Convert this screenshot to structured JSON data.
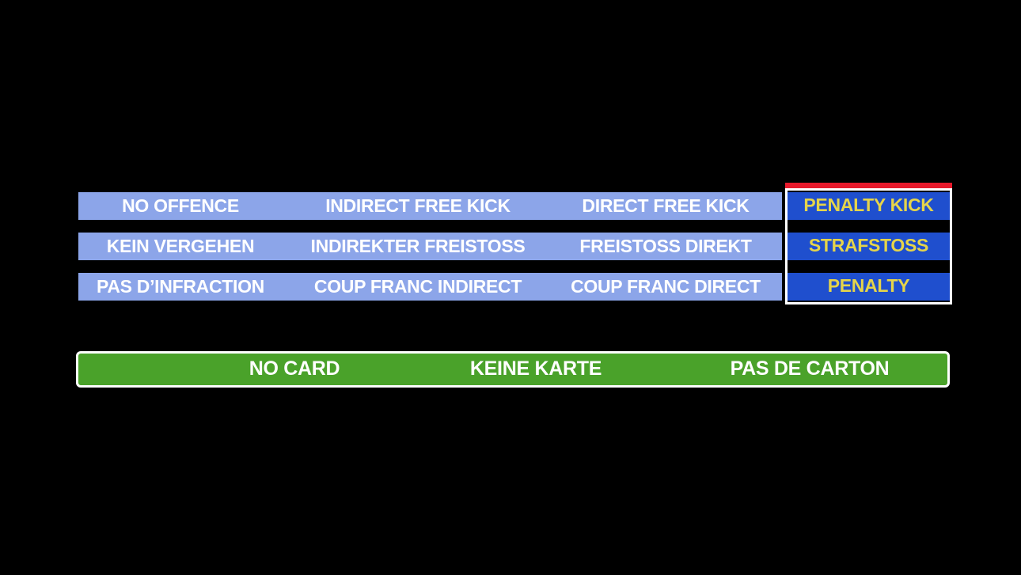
{
  "slide": {
    "background": "#000000",
    "description_colors": {
      "option_bar": "#8CA5E9",
      "highlight_cell": "#1F4FCE",
      "highlight_text": "#E5D44A",
      "highlight_top_strip": "#E8192B",
      "highlight_border": "#FFFFFF",
      "card_bar": "#4AA22A",
      "card_border": "#FFFFFF",
      "option_text": "#FFFFFF"
    }
  },
  "rows": [
    {
      "language": "english",
      "labels": [
        "NO OFFENCE",
        "INDIRECT FREE KICK",
        "DIRECT FREE KICK"
      ],
      "penalty_label": "PENALTY KICK"
    },
    {
      "language": "german",
      "labels": [
        "KEIN VERGEHEN",
        "INDIREKTER FREISTOSS",
        "FREISTOSS DIREKT"
      ],
      "penalty_label": "STRAFSTOSS"
    },
    {
      "language": "french",
      "labels": [
        "PAS D’INFRACTION",
        "COUP FRANC INDIRECT",
        "COUP FRANC DIRECT"
      ],
      "penalty_label": "PENALTY"
    }
  ],
  "card_bar": {
    "labels": [
      "NO CARD",
      "KEINE KARTE",
      "PAS DE CARTON"
    ]
  }
}
